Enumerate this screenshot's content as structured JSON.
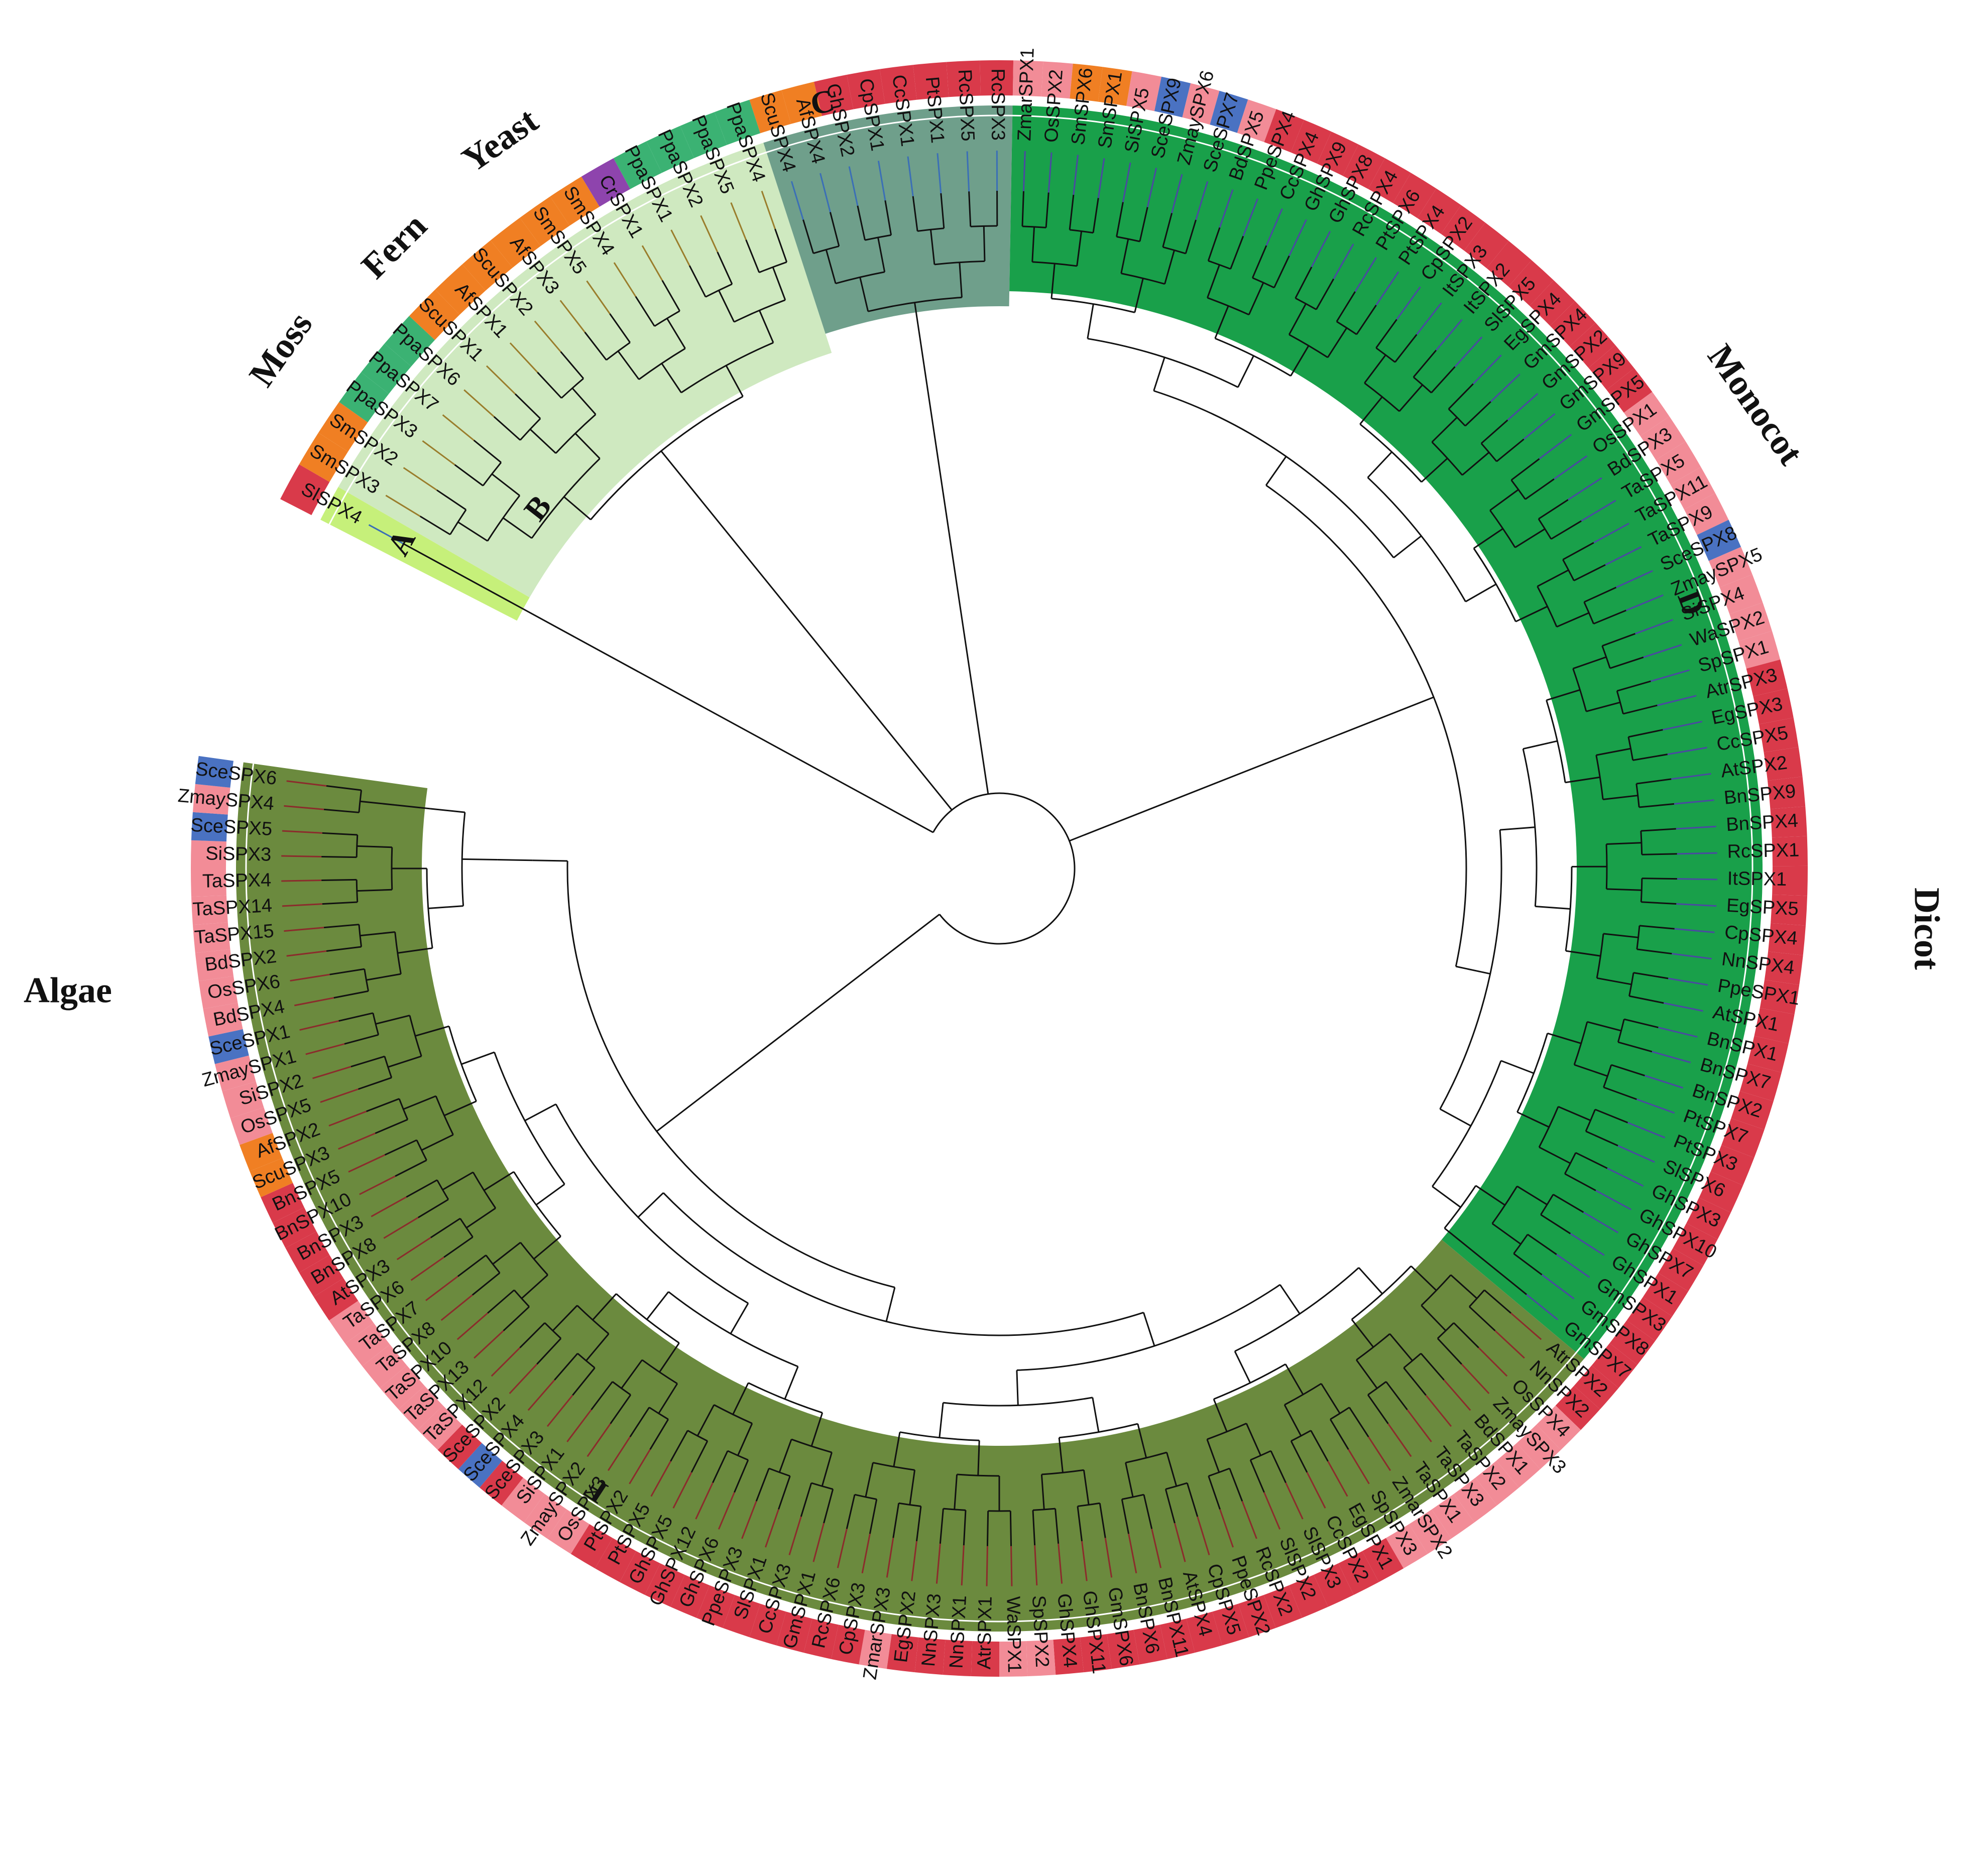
{
  "groups": [
    "Moss",
    "Fern",
    "Yeast",
    "Monocot",
    "Dicot",
    "Algae"
  ],
  "colors": {
    "Dicot": "#d93a4a",
    "Monocot": "#f28c97",
    "Algae": "#4a72c2",
    "Fern": "#f07f23",
    "Moss": "#3bb273",
    "Yeast": "#8e44ad",
    "cladeA": "#c6f07a",
    "cladeB": "#cfe9c0",
    "cladeC": "#6f9f8b",
    "cladeD": "#19a04a",
    "cladeF": "#6b8a3e"
  },
  "clades": [
    {
      "letter": "A",
      "leaves": [
        "SlSPX4"
      ]
    },
    {
      "letter": "B",
      "leaves": [
        "SmSPX3",
        "SmSPX2",
        "PpaSPX3",
        "PpaSPX7",
        "PpaSPX6",
        "ScuSPX1",
        "AfSPX1",
        "ScuSPX2",
        "AfSPX3",
        "SmSPX5",
        "SmSPX4",
        "CrSPX1",
        "PpaSPX1",
        "PpaSPX2",
        "PpaSPX5",
        "PpaSPX4"
      ]
    },
    {
      "letter": "C",
      "leaves": [
        "ScuSPX4",
        "AfSPX4",
        "GhSPX2",
        "CpSPX1",
        "CcSPX1",
        "PtSPX1",
        "RcSPX5",
        "RcSPX3"
      ]
    },
    {
      "letter": "D",
      "leaves": [
        "ZmarSPX1",
        "OsSPX2",
        "SmSPX6",
        "SmSPX1",
        "SiSPX5",
        "SceSPX9",
        "ZmaySPX6",
        "SceSPX7",
        "BdSPX5",
        "PpeSPX4",
        "CcSPX4",
        "GhSPX9",
        "GhSPX8",
        "RcSPX4",
        "PtSPX6",
        "PtSPX4",
        "CpSPX2",
        "ItSPX3",
        "ItSPX2",
        "SlSPX5",
        "EgSPX4",
        "GmSPX4",
        "GmSPX2",
        "GmSPX9",
        "GmSPX5",
        "OsSPX1",
        "BdSPX3",
        "TaSPX5",
        "TaSPX11",
        "TaSPX9",
        "SceSPX8",
        "ZmaySPX5",
        "SiSPX4",
        "WaSPX2",
        "SpSPX1",
        "AtrSPX3",
        "EgSPX3",
        "CcSPX5",
        "AtSPX2",
        "BnSPX9",
        "BnSPX4",
        "RcSPX1",
        "ItSPX1",
        "EgSPX5",
        "CpSPX4",
        "NnSPX4",
        "PpeSPX1",
        "AtSPX1",
        "BnSPX1",
        "BnSPX7",
        "BnSPX2",
        "PtSPX7",
        "PtSPX3",
        "SlSPX6",
        "GhSPX3",
        "GhSPX10",
        "GhSPX7",
        "GhSPX1",
        "GmSPX3",
        "GmSPX8",
        "GmSPX7"
      ]
    },
    {
      "letter": "F",
      "leaves": [
        "AtrSPX2",
        "NnSPX2",
        "OsSPX4",
        "ZmaySPX3",
        "BdSPX1",
        "TaSPX2",
        "TaSPX3",
        "TaSPX1",
        "ZmarSPX2",
        "SpSPX3",
        "EgSPX1",
        "CcSPX2",
        "SlSPX3",
        "SlSPX2",
        "RcSPX2",
        "PpeSPX2",
        "CpSPX5",
        "AtSPX4",
        "BnSPX11",
        "BnSPX6",
        "GmSPX6",
        "GhSPX11",
        "GhSPX4",
        "SpSPX2",
        "WaSPX1",
        "AtrSPX1",
        "NnSPX1",
        "NnSPX3",
        "EgSPX2",
        "ZmarSPX3",
        "CpSPX3",
        "RcSPX6",
        "GmSPX1",
        "CcSPX3",
        "SlSPX1",
        "PpeSPX3",
        "GhSPX6",
        "GhSPX12",
        "GhSPX5",
        "PtSPX5",
        "PtSPX2",
        "OsSPX3",
        "ZmaySPX2",
        "SiSPX1",
        "SceSPX3",
        "SceSPX4",
        "SceSPX2",
        "TaSPX12",
        "TaSPX13",
        "TaSPX10",
        "TaSPX8",
        "TaSPX7",
        "TaSPX6",
        "AtSPX3",
        "BnSPX8",
        "BnSPX3",
        "BnSPX10",
        "BnSPX5",
        "ScuSPX3",
        "AfSPX2",
        "OsSPX5",
        "SiSPX2",
        "ZmaySPX1",
        "SceSPX1",
        "BdSPX4",
        "OsSPX6",
        "BdSPX2",
        "TaSPX15",
        "TaSPX14",
        "TaSPX4",
        "SiSPX3",
        "SceSPX5",
        "ZmaySPX4",
        "SceSPX6"
      ]
    }
  ]
}
